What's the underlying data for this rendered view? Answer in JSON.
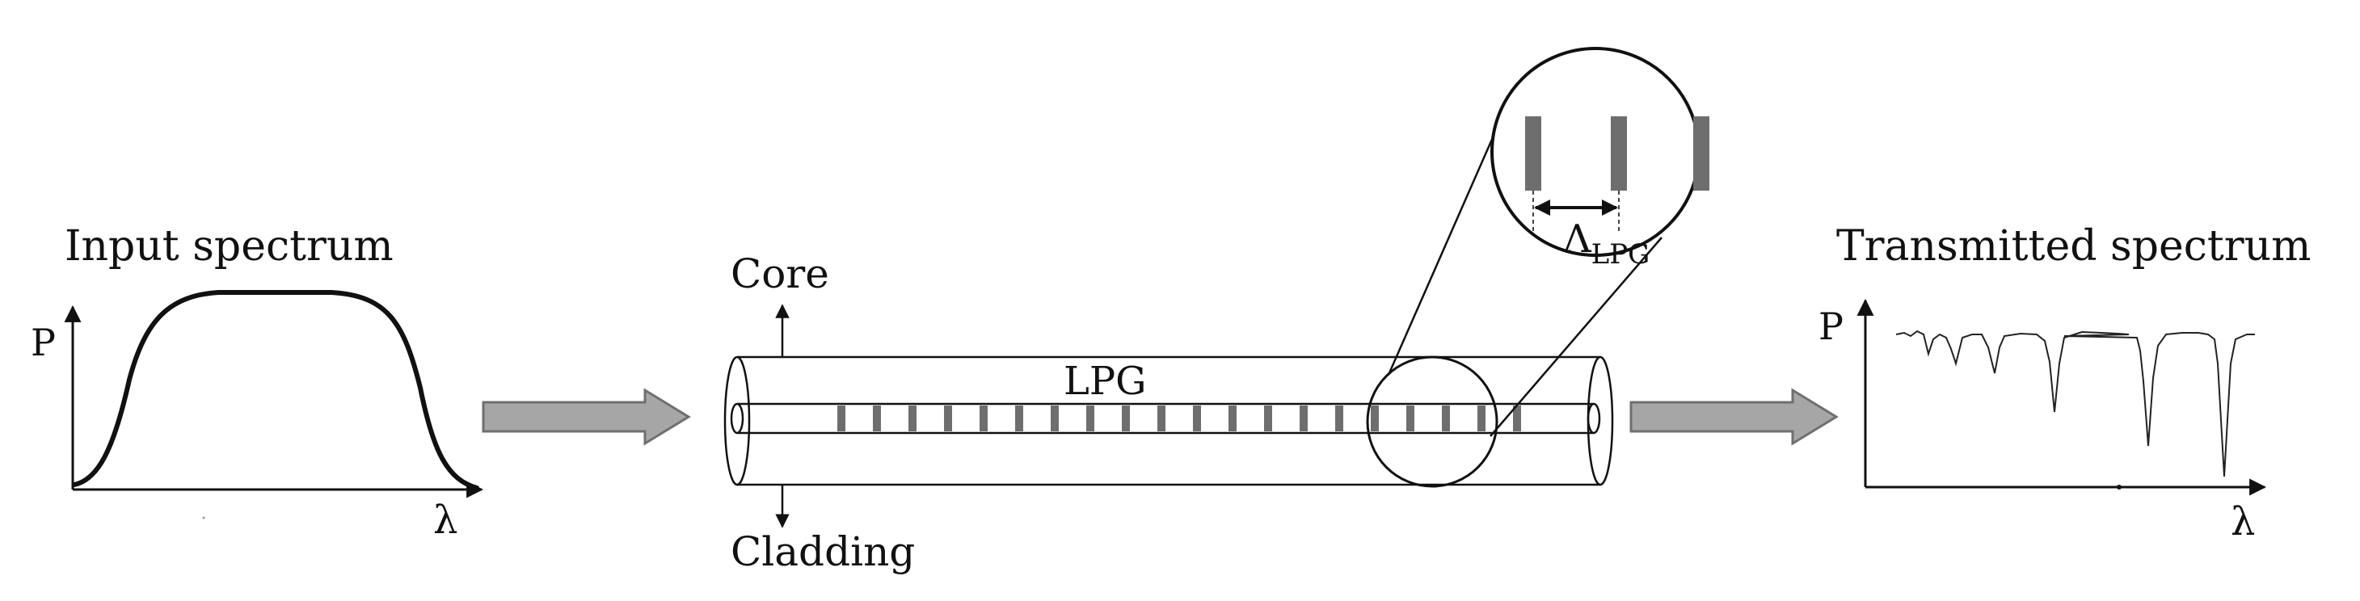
{
  "input_panel": {
    "title": "Input spectrum",
    "y_axis_label": "P",
    "x_axis_label": "λ"
  },
  "fiber": {
    "core_label": "Core",
    "cladding_label": "Cladding",
    "grating_label": "LPG"
  },
  "magnifier": {
    "period_symbol": "Λ",
    "period_subscript": "LPG"
  },
  "output_panel": {
    "title": "Transmitted spectrum",
    "y_axis_label": "P",
    "x_axis_label": "λ"
  },
  "colors": {
    "line": "#111111",
    "arrow_fill": "#a6a6a6",
    "arrow_stroke": "#6f6f6f",
    "grating_mark": "#6e6e6e"
  }
}
